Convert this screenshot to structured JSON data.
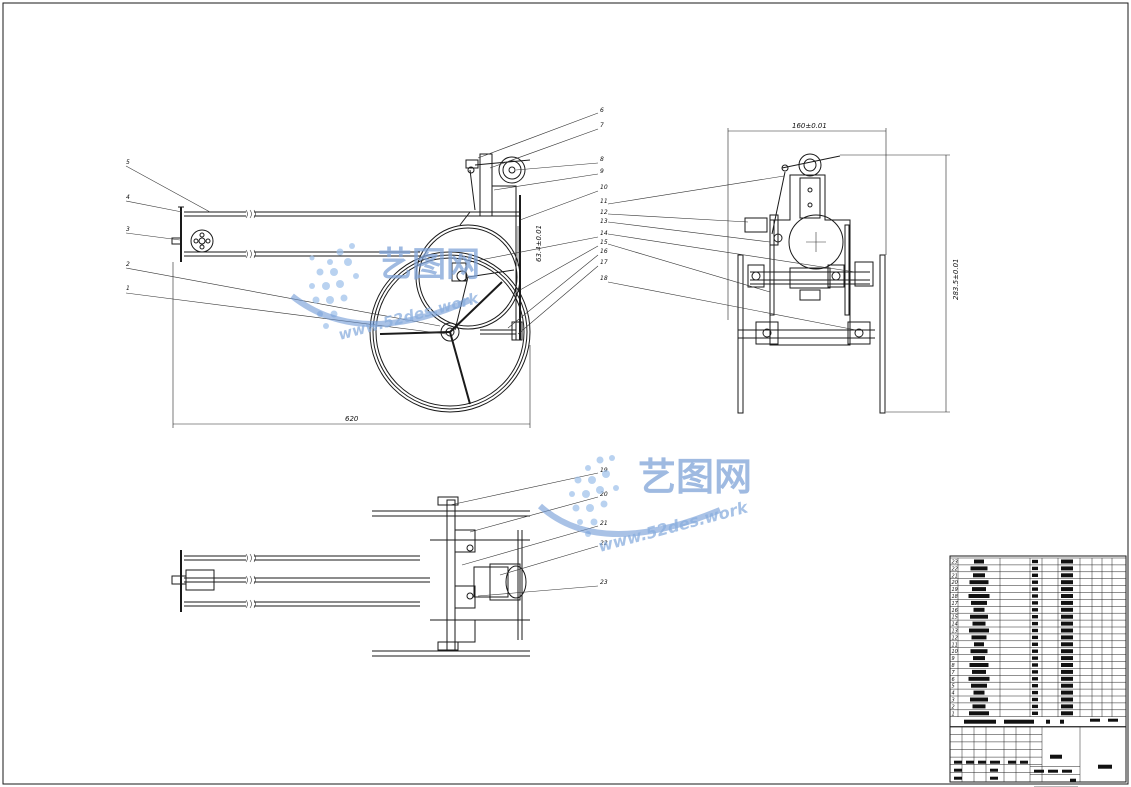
{
  "drawing": {
    "part_numbers": [
      "1",
      "2",
      "3",
      "4",
      "5",
      "6",
      "7",
      "8",
      "9",
      "10",
      "11",
      "12",
      "13",
      "14",
      "15",
      "16",
      "17",
      "18",
      "19",
      "20",
      "21",
      "22",
      "23"
    ],
    "dimensions": {
      "front_width": "620",
      "front_height": "63.4±0.01",
      "side_width": "160±0.01",
      "side_height": "283.5±0.01"
    }
  },
  "watermark": {
    "brand": "艺图网",
    "url": "www.52des.work",
    "colors": {
      "primary": "#7fa3d8",
      "accent": "#9cc0ea"
    }
  },
  "bom": {
    "row_count": 23
  }
}
